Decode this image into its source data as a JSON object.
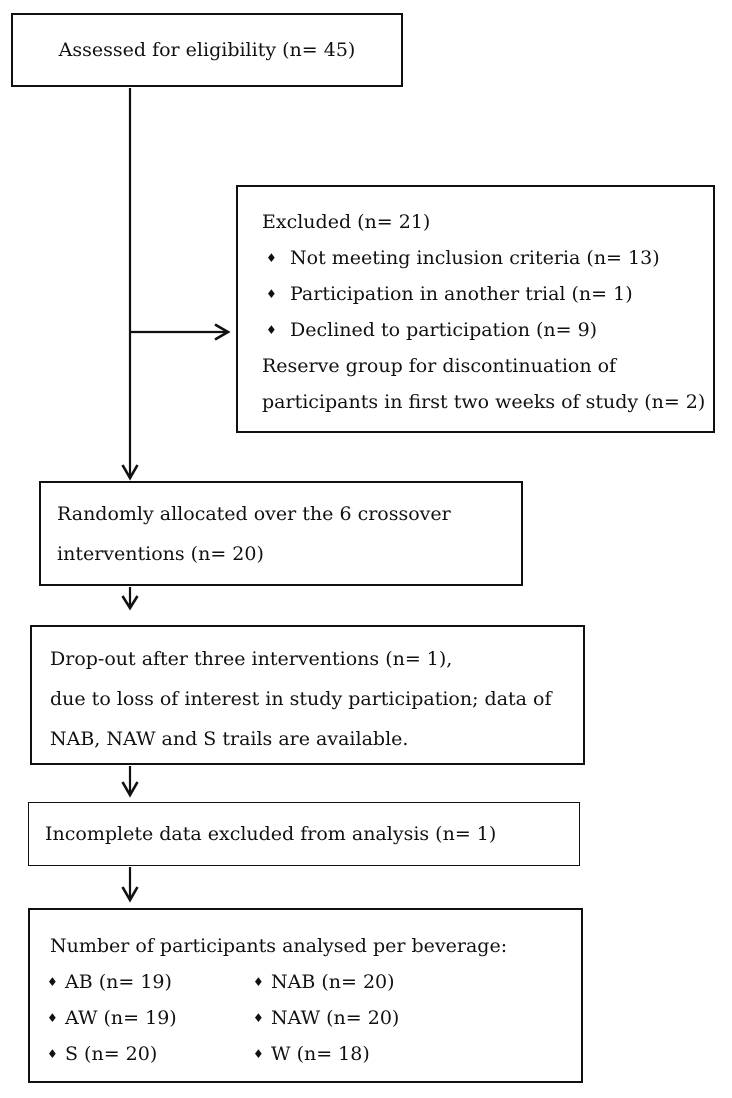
{
  "colors": {
    "ink": "#111111",
    "background": "#ffffff"
  },
  "bullet_glyph": "♦",
  "flowchart": {
    "assessed": {
      "text": "Assessed for eligibility (n= 45)"
    },
    "excluded": {
      "title": "Excluded (n= 21)",
      "bullets": [
        "Not meeting inclusion criteria (n= 13)",
        "Participation in another trial (n= 1)",
        "Declined to participation (n= 9)"
      ],
      "note_line1": "Reserve group for discontinuation of",
      "note_line2": "participants in first two weeks of study (n= 2)"
    },
    "allocated": {
      "line1": "Randomly allocated over the 6 crossover",
      "line2": "interventions (n= 20)"
    },
    "dropout": {
      "line1": "Drop-out after three interventions (n= 1),",
      "line2": "due to loss of interest in study participation; data of",
      "line3": "NAB, NAW and S trails are available."
    },
    "incomplete": {
      "text": "Incomplete data excluded from analysis (n= 1)"
    },
    "analysed": {
      "title": "Number of participants analysed per beverage:",
      "col1": [
        "AB (n= 19)",
        "AW (n= 19)",
        "S (n= 20)"
      ],
      "col2": [
        "NAB (n= 20)",
        "NAW (n= 20)",
        "W (n= 18)"
      ]
    }
  }
}
